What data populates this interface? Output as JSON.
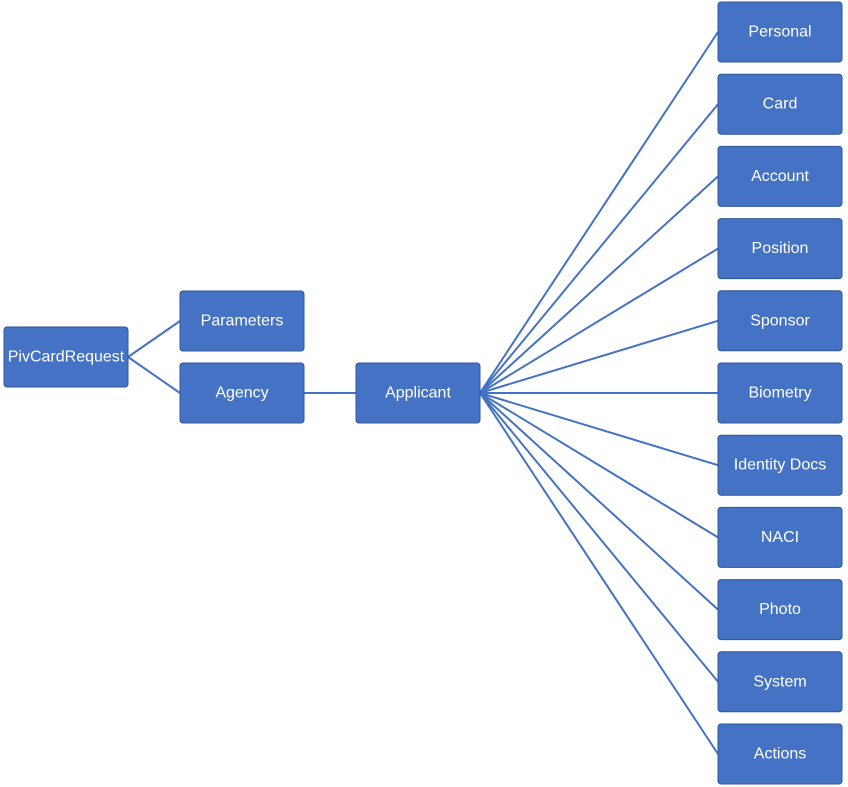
{
  "diagram": {
    "nodes": {
      "root": "PivCardRequest",
      "parameters": "Parameters",
      "agency": "Agency",
      "applicant": "Applicant",
      "children": [
        "Personal",
        "Card",
        "Account",
        "Position",
        "Sponsor",
        "Biometry",
        "Identity Docs",
        "NACI",
        "Photo",
        "System",
        "Actions"
      ]
    },
    "colors": {
      "node_fill": "#4472c4",
      "node_border": "#2f5597",
      "connector": "#4472c4",
      "text": "#ffffff"
    }
  }
}
